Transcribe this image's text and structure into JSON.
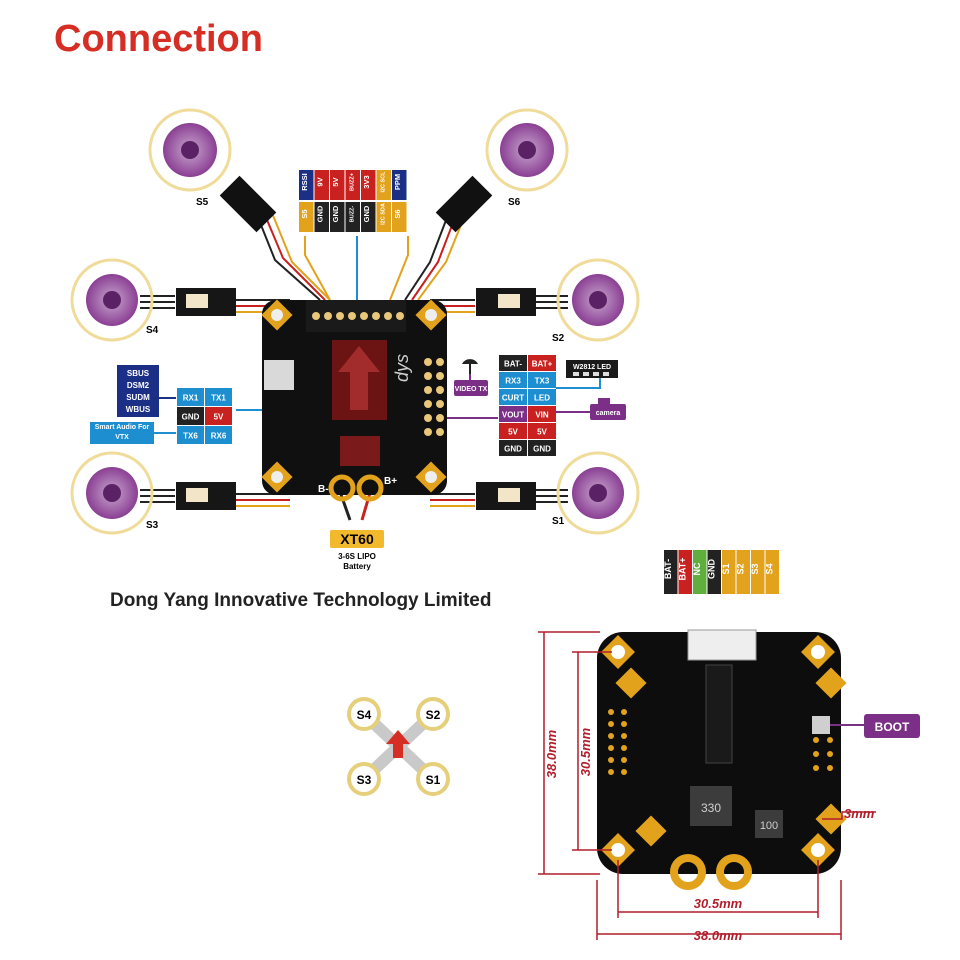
{
  "title": "Connection",
  "company": "Dong Yang Innovative Technology Limited",
  "motor_labels": [
    "S5",
    "S6",
    "S4",
    "S2",
    "S3",
    "S1"
  ],
  "top_header": {
    "top_row": [
      {
        "text": "RSSI",
        "color": "#1c2f87"
      },
      {
        "text": "9V",
        "color": "#c8211f"
      },
      {
        "text": "5V",
        "color": "#c8211f"
      },
      {
        "text": "BUZZ+",
        "color": "#c8211f"
      },
      {
        "text": "3V3",
        "color": "#c8211f"
      },
      {
        "text": "I2C SCL",
        "color": "#e3a21c"
      },
      {
        "text": "PPM",
        "color": "#1c2f87"
      }
    ],
    "bottom_row": [
      {
        "text": "S5",
        "color": "#e3a21c"
      },
      {
        "text": "GND",
        "color": "#222222"
      },
      {
        "text": "GND",
        "color": "#222222"
      },
      {
        "text": "BUZZ-",
        "color": "#222222"
      },
      {
        "text": "GND",
        "color": "#222222"
      },
      {
        "text": "I2C SDA",
        "color": "#e3a21c"
      },
      {
        "text": "S6",
        "color": "#e3a21c"
      }
    ]
  },
  "receiver": {
    "protocols": [
      "SBUS",
      "DSM2",
      "SUDM",
      "WBUS"
    ],
    "audio_label": "Smart Audio For VTX",
    "pads": [
      [
        "RX1",
        "TX1"
      ],
      [
        "GND",
        "5V"
      ],
      [
        "TX6",
        "RX6"
      ]
    ]
  },
  "right_pads": [
    [
      "BAT-",
      "BAT+"
    ],
    [
      "RX3",
      "TX3"
    ],
    [
      "CURT",
      "LED"
    ],
    [
      "VOUT",
      "VIN"
    ],
    [
      "5V",
      "5V"
    ],
    [
      "GND",
      "GND"
    ]
  ],
  "video_tx_label": "VIDEO TX",
  "camera_label": "camera",
  "led_label": "W2812 LED",
  "battery": {
    "connector": "XT60",
    "spec": "3-6S LIPO",
    "name": "Battery",
    "minus": "B-",
    "plus": "B+"
  },
  "esc_header": [
    "BAT-",
    "BAT+",
    "NC",
    "GND",
    "S1",
    "S2",
    "S3",
    "S4"
  ],
  "quad_labels": [
    "S4",
    "S2",
    "S3",
    "S1"
  ],
  "boot_label": "BOOT",
  "dims": {
    "height_outer": "38.0mm",
    "height_inner": "30.5mm",
    "width_inner": "30.5mm",
    "width_outer": "38.0mm",
    "hole": "3mm"
  },
  "board_marking": {
    "inductor_1": "330",
    "inductor_2": "100"
  },
  "colors": {
    "accent": "#d62e24",
    "purple": "#7b2f86",
    "navy": "#1c2f87",
    "blue": "#1d8fd1",
    "yellow": "#e3a21c",
    "dim_red": "#b21e2b"
  }
}
